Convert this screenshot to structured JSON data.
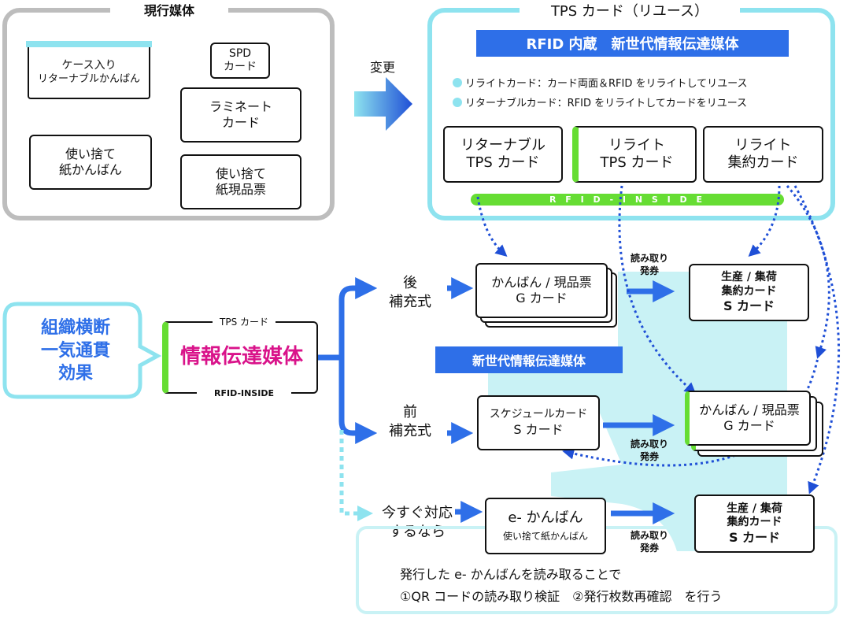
{
  "current_media": {
    "title": "現行媒体",
    "case_card": [
      "ケース入り",
      "リターナブルかんばん"
    ],
    "spd_card": [
      "SPD",
      "カード"
    ],
    "laminate_card": [
      "ラミネート",
      "カード"
    ],
    "disposable_kanban": [
      "使い捨て",
      "紙かんばん"
    ],
    "disposable_slip": [
      "使い捨て",
      "紙現品票"
    ]
  },
  "change_label": "変更",
  "tps_panel": {
    "title": "TPS カード（リユース）",
    "banner": "RFID 内蔵　新世代情報伝達媒体",
    "bullet1": "リライトカード：カード両面＆RFID をリライトしてリユース",
    "bullet2": "リターナブルカード：RFID をリライトしてカードをリユース",
    "card_returnable": [
      "リターナブル",
      "TPS カード"
    ],
    "card_rewrite": [
      "リライト",
      "TPS カード"
    ],
    "card_rewrite_collect": [
      "リライト",
      "集約カード"
    ],
    "rfid_strip": "R F I D - I N S I D E"
  },
  "effect_bubble": [
    "組織横断",
    "一気通貫",
    "効果"
  ],
  "center_card": {
    "top": "TPS カード",
    "main": "情報伝達媒体",
    "bottom": "RFID-INSIDE"
  },
  "branches": {
    "post": [
      "後",
      "補充式"
    ],
    "pre": [
      "前",
      "補充式"
    ],
    "now": [
      "今すぐ対応",
      "するなら"
    ]
  },
  "new_gen_label": "新世代情報伝達媒体",
  "read_issue": [
    "読み取り",
    "発券"
  ],
  "row1": {
    "left_card": [
      "かんばん / 現品票",
      "G カード"
    ],
    "right_card": [
      "生産 / 集荷",
      "集約カード",
      "S カード"
    ]
  },
  "row2": {
    "left_card": [
      "スケジュールカード",
      "S カード"
    ],
    "right_card": [
      "かんばん / 現品票",
      "G カード"
    ]
  },
  "row3": {
    "left_card_title": "e- かんばん",
    "left_card_sub": "使い捨て紙かんばん",
    "right_card": [
      "生産 / 集荷",
      "集約カード",
      "S カード"
    ]
  },
  "bottom_note": {
    "line1": "発行した e- かんばんを読み取ることで",
    "line2": "①QR コードの読み取り検証　②発行枚数再確認　を行う"
  },
  "colors": {
    "blue": "#2e6fe8",
    "cyan_panel": "#8ee3ef",
    "cyan_bg": "#c9f2f5",
    "green": "#66dd33",
    "magenta": "#d9138a",
    "gray_border": "#bdbdbd"
  }
}
